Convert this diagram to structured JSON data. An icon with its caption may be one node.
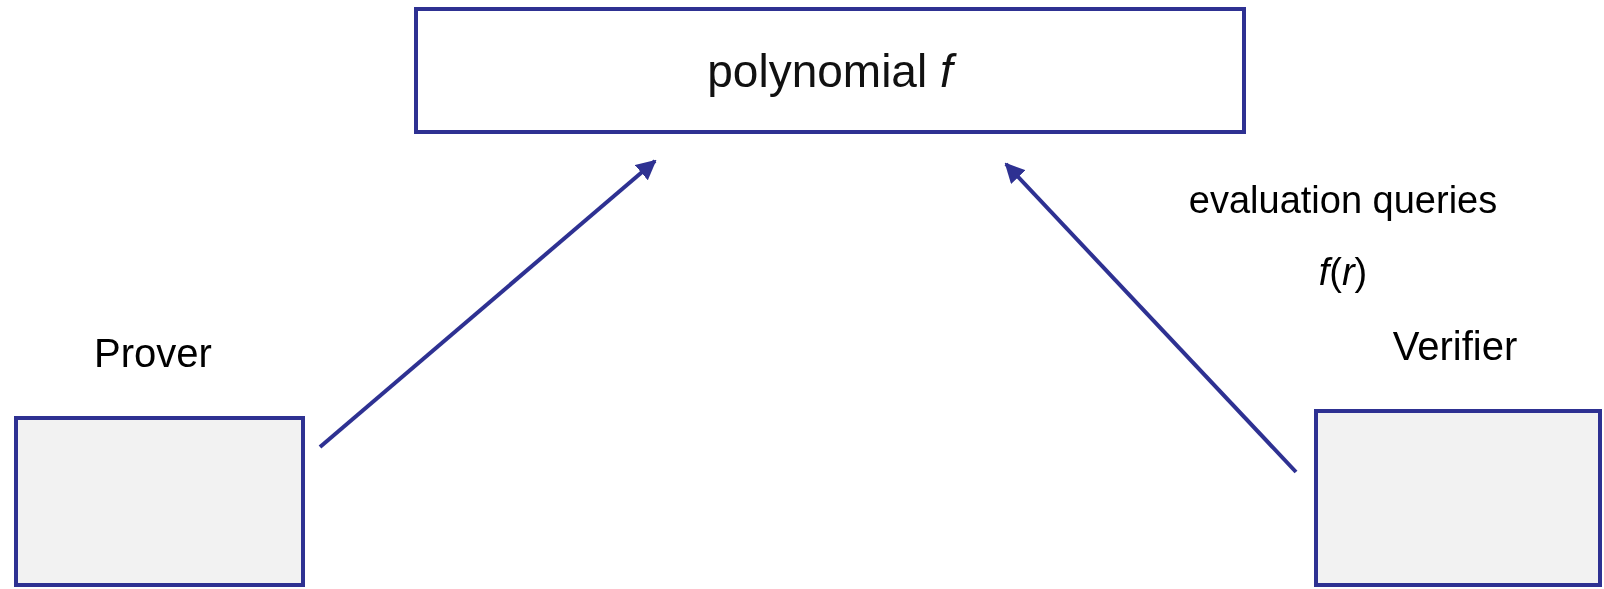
{
  "diagram": {
    "nodes": [
      {
        "text": [
          "polynomial *f*"
        ]
      },
      {
        "text": [
          "Prover"
        ]
      },
      {
        "text": [
          "Verifier"
        ]
      }
    ],
    "edges": [
      {
        "from": 1,
        "to": 0,
        "arrow": "to"
      },
      {
        "from": 2,
        "to": 0,
        "arrow": "to",
        "label": "evaluation queries *f*(*r*)"
      }
    ]
  }
}
